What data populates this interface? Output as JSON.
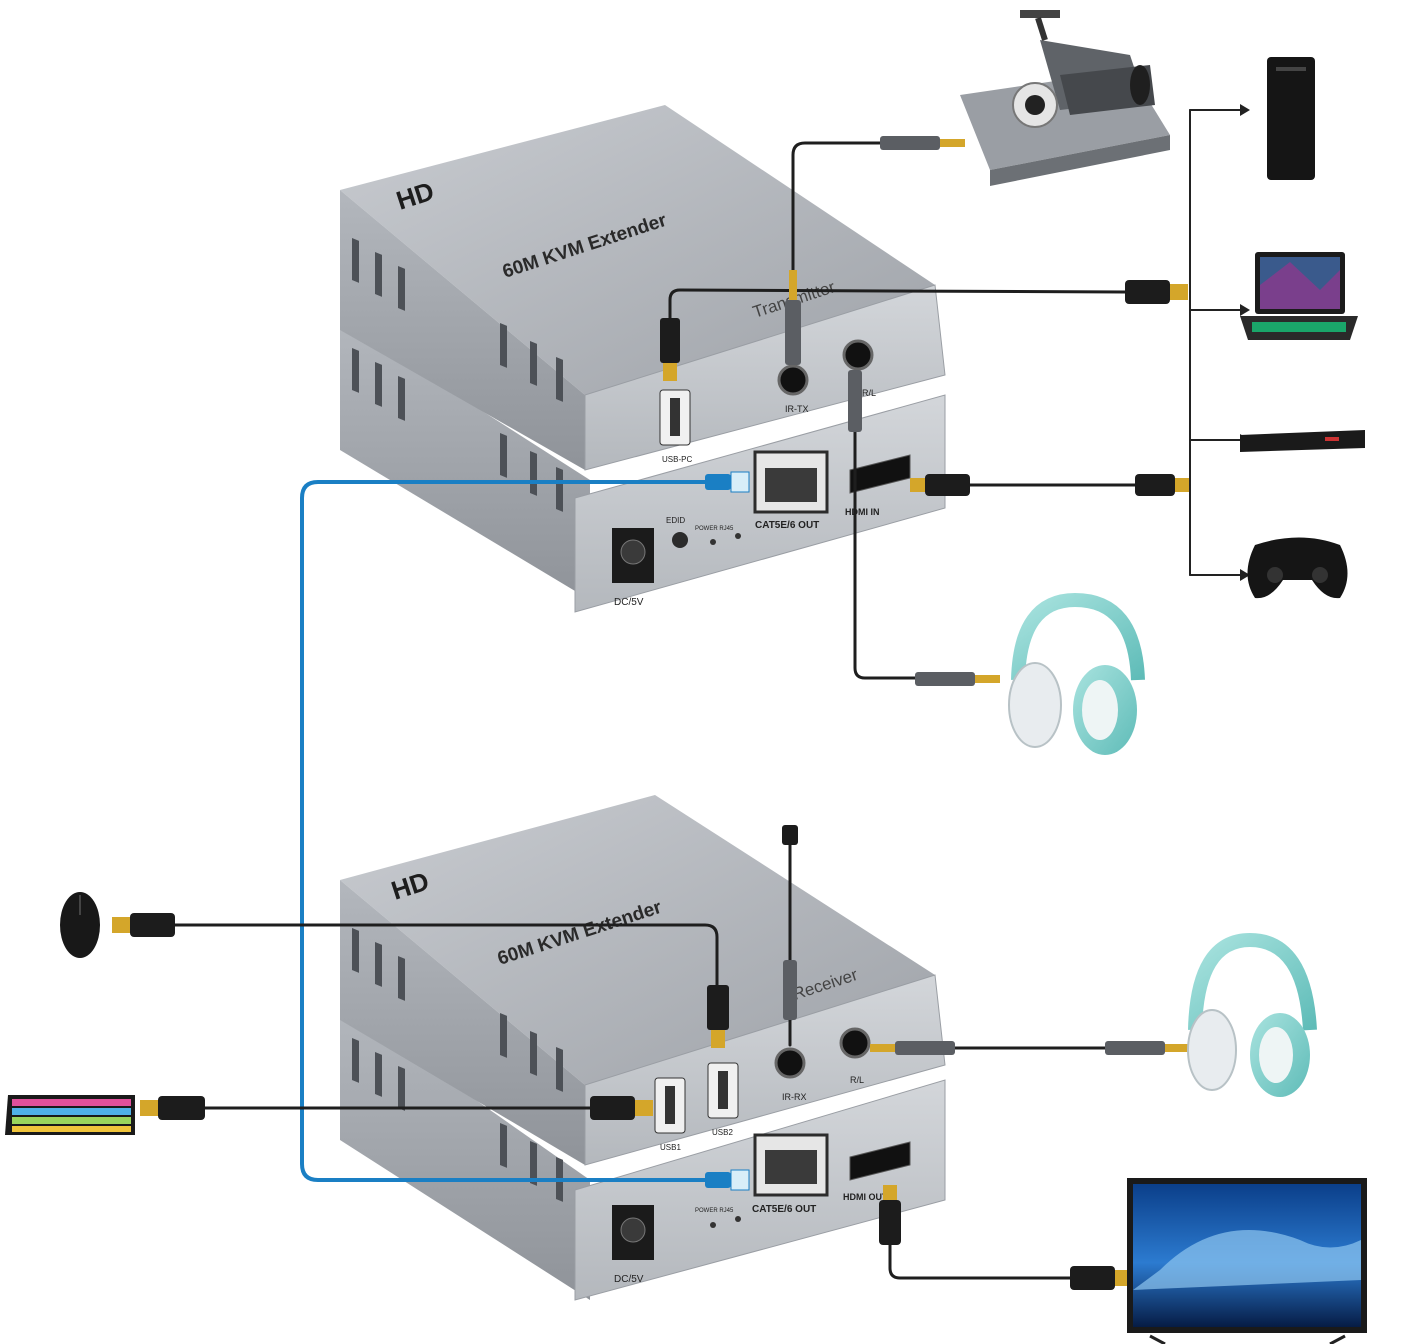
{
  "transmitter": {
    "brand": "HD",
    "product": "60M KVM Extender",
    "role": "Transmitter",
    "ports": {
      "usb": "USB-PC",
      "ir": "IR-TX",
      "audio": "R/L",
      "lan": "CAT5E/6 OUT",
      "hdmi": "HDMI  IN",
      "edid": "EDID",
      "leds": "POWER RJ45",
      "dc": "DC/5V"
    }
  },
  "receiver": {
    "brand": "HD",
    "product": "60M KVM Extender",
    "role": "Receiver",
    "ports": {
      "usb1": "USB1",
      "usb2": "USB2",
      "ir": "IR-RX",
      "audio": "R/L",
      "lan": "CAT5E/6 OUT",
      "hdmi": "HDMI  OUT",
      "leds": "POWER RJ45",
      "dc": "DC/5V"
    }
  },
  "devices": {
    "source": [
      "cctv-dvr",
      "desktop-pc",
      "laptop",
      "dvd-player",
      "game-controller",
      "headphones"
    ],
    "local": [
      "mouse",
      "keyboard",
      "headphones",
      "tv"
    ]
  },
  "colors": {
    "device_body": "#a9adb3",
    "device_front": "#c8ccd1",
    "network_cable": "#1a7fc4",
    "cable": "#1e1e1e",
    "connector_gold": "#d4a62a",
    "headphone_teal": "#8ed3d0"
  }
}
